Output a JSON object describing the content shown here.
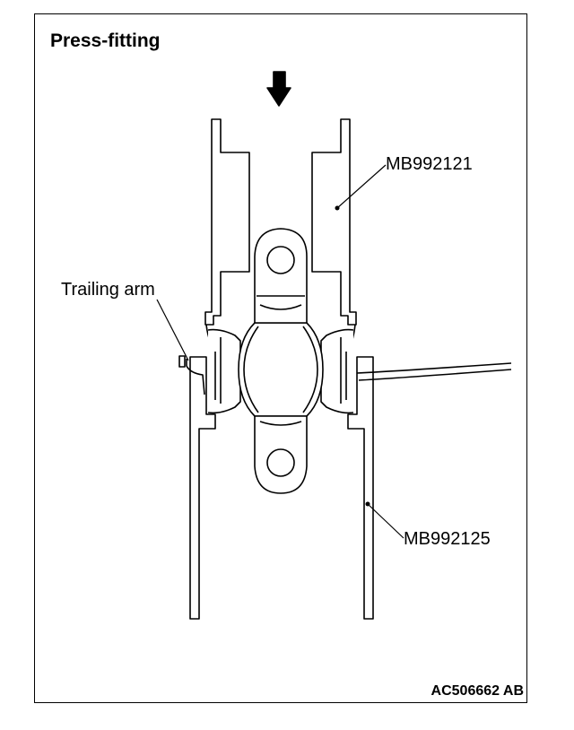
{
  "title": "Press-fitting",
  "figure_code": "AC506662 AB",
  "labels": {
    "tool_top": "MB992121",
    "trailing_arm": "Trailing arm",
    "tool_bottom": "MB992125"
  },
  "colors": {
    "line": "#000000",
    "background": "#ffffff"
  }
}
